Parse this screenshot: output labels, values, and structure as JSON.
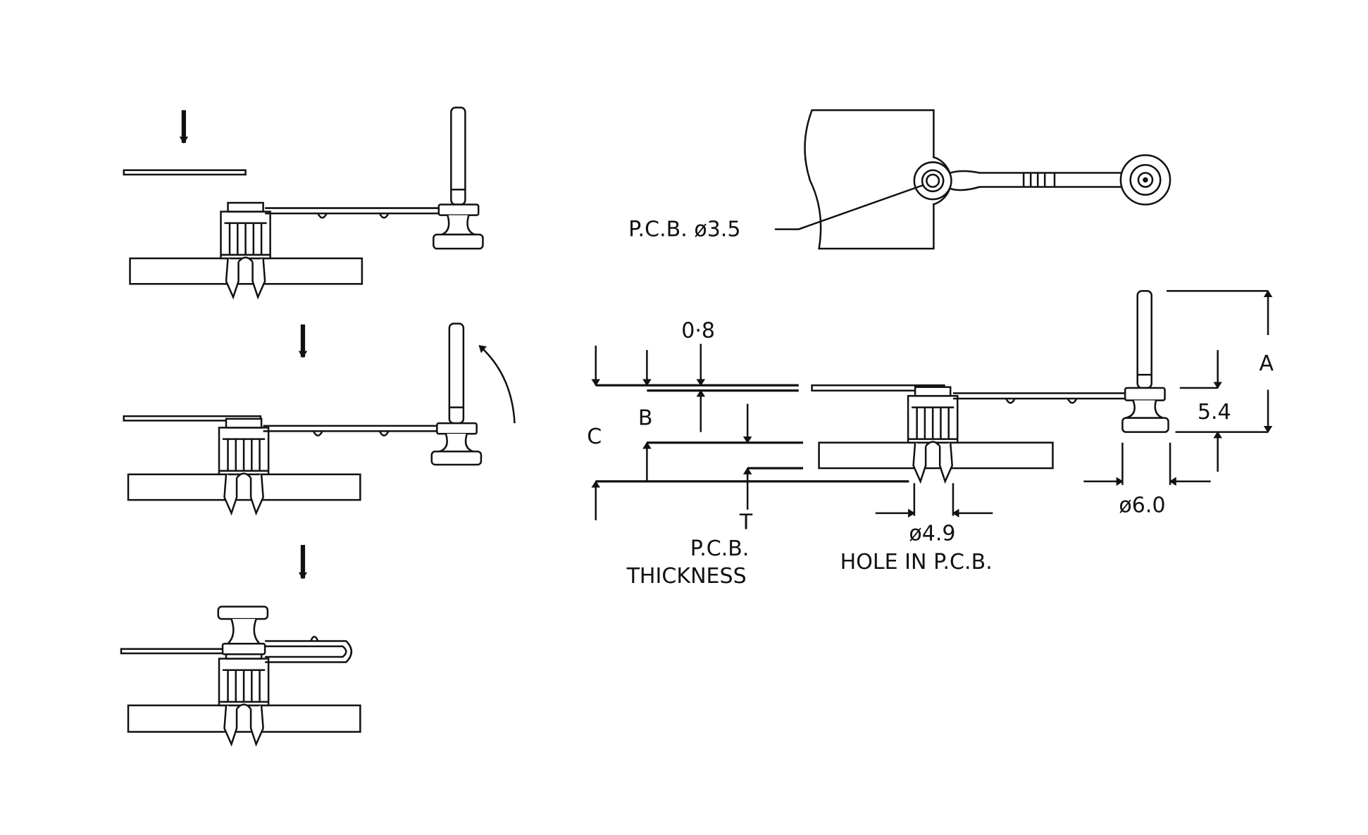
{
  "labels": {
    "pcb_hole_dia": "P.C.B.  ø3.5",
    "dim_0_8": "0·8",
    "dim_b": "B",
    "dim_c": "C",
    "dim_t": "T",
    "pcb_thickness_line1": "P.C.B.",
    "pcb_thickness_line2": "THICKNESS",
    "hole_dia": "ø4.9",
    "hole_caption": "HOLE  IN  P.C.B.",
    "head_dia": "ø6.0",
    "dim_5_4": "5.4",
    "dim_a": "A"
  },
  "colors": {
    "ink": "#111111",
    "background": "#ffffff"
  }
}
